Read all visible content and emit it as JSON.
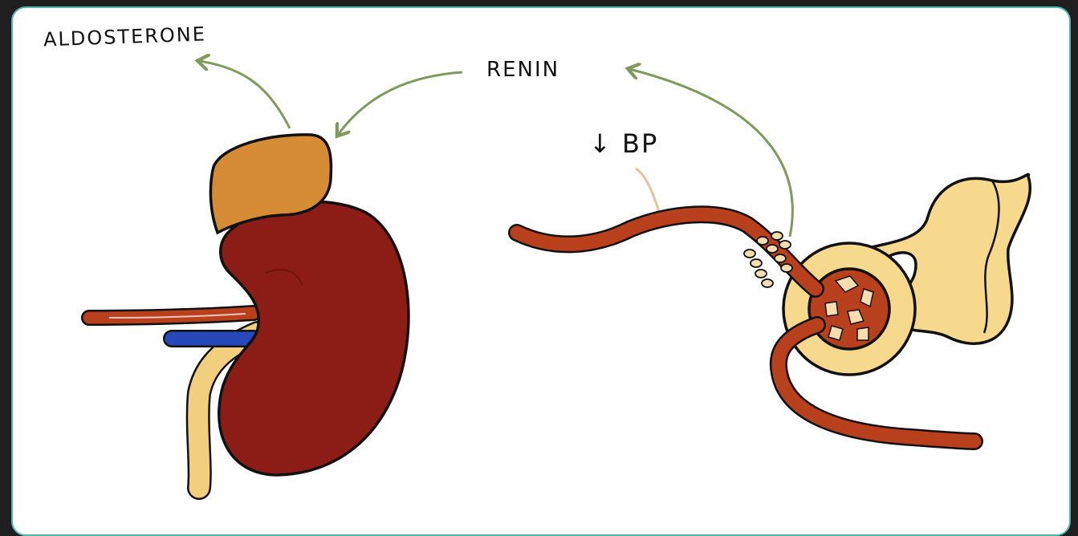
{
  "labels": {
    "aldosterone": "ALDOSTERONE",
    "renin": "RENIN",
    "bp_arrow": "↓",
    "bp": "BP"
  },
  "colors": {
    "kidney": "#8b1d16",
    "adrenal": "#d68c35",
    "artery": "#b9401d",
    "vein": "#2748b8",
    "ureter": "#f2cf7e",
    "nephron": "#f6d98d",
    "arrow": "#7f9b5b",
    "outline": "#111111"
  }
}
